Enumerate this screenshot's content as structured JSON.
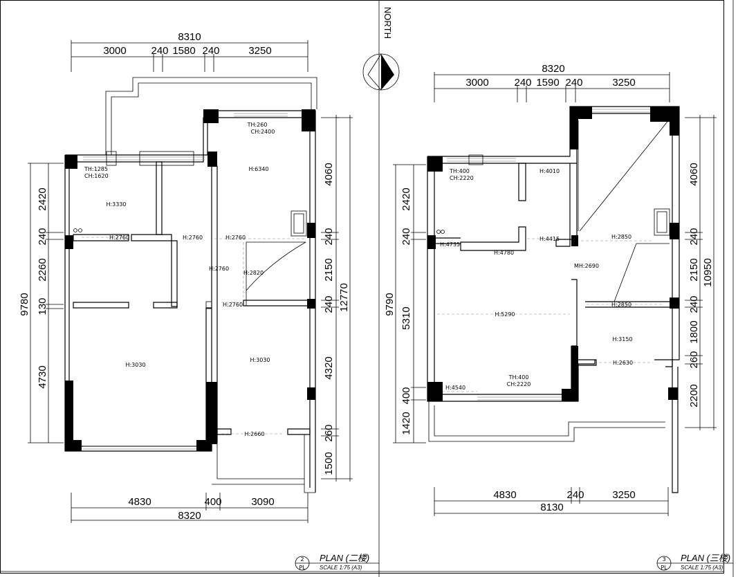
{
  "plan_left": {
    "dims_top": {
      "total": "8310",
      "segments": [
        "3000",
        "240",
        "1580",
        "240",
        "3250"
      ]
    },
    "dims_bottom": {
      "segments": [
        "4830",
        "400",
        "3090"
      ],
      "total": "8320"
    },
    "dims_left": {
      "segments": [
        "2420",
        "240",
        "2260",
        "130",
        "4730"
      ],
      "total": "9780"
    },
    "dims_right": {
      "segments": [
        "4060",
        "240",
        "2150",
        "240",
        "4320",
        "260",
        "1500"
      ],
      "total": "12770"
    },
    "labels": {
      "th_top": "TH:260",
      "ch_top": "CH:2400",
      "th_left": "TH:1285",
      "ch_left": "CH:1620",
      "h_6340": "H:6340",
      "h_3330": "H:3330",
      "h_2760_a": "H:2760",
      "h_2760_b": "H:2760",
      "h_2760_c": "H:2760",
      "h_2760_d": "H:2760",
      "h_2760_e": "H:2760",
      "h_2820": "H:2820",
      "h_3030_a": "H:3030",
      "h_3030_b": "H:3030",
      "h_2660": "H:2660"
    },
    "title": {
      "number": "2",
      "tag": "PL",
      "name": "PLAN (二楼)",
      "scale": "SCALE 1:75 (A3)"
    }
  },
  "plan_right": {
    "dims_top": {
      "total": "8320",
      "segments": [
        "3000",
        "240",
        "1590",
        "240",
        "3250"
      ]
    },
    "dims_bottom": {
      "segments": [
        "4830",
        "240",
        "3250"
      ],
      "total": "8130"
    },
    "dims_left": {
      "segments": [
        "2420",
        "240",
        "5310",
        "400",
        "1420"
      ],
      "total": "9790"
    },
    "dims_right": {
      "segments": [
        "4060",
        "240",
        "2150",
        "240",
        "1800",
        "260",
        "2200"
      ],
      "total": "10950"
    },
    "labels": {
      "th_left": "TH:400",
      "ch_left": "CH:2220",
      "h_4010": "H:4010",
      "h_4735": "H:4735",
      "h_4780": "H:4780",
      "h_4415": "H:4415",
      "h_2850_a": "H:2850",
      "mh_2690": "MH:2690",
      "h_2850_b": "H:2850",
      "h_5290": "H:5290",
      "h_3150": "H:3150",
      "h_2630": "H:2630",
      "h_4540": "H:4540",
      "th_bottom": "TH:400",
      "ch_bottom": "CH:2220"
    },
    "title": {
      "number": "3",
      "tag": "PL",
      "name": "PLAN (三楼)",
      "scale": "SCALE 1:75 (A3)"
    }
  },
  "north": {
    "label": "NORTH"
  }
}
